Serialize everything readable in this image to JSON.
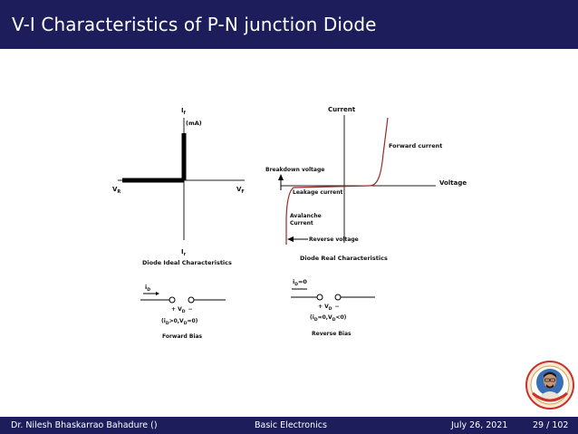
{
  "slide": {
    "title": "V-I Characteristics of P-N junction Diode"
  },
  "ideal": {
    "y_top_label": "I",
    "y_top_sub": "f",
    "unit": "(mA)",
    "x_left_label": "V",
    "x_left_sub": "R",
    "x_right_label": "V",
    "x_right_sub": "F",
    "y_bottom_label": "I",
    "y_bottom_sub": "r",
    "caption": "Diode Ideal Characteristics"
  },
  "real": {
    "y_label": "Current",
    "x_label": "Voltage",
    "forward": "Forward current",
    "breakdown": "Breakdown voltage",
    "leakage": "Leakage current",
    "avalanche1": "Avalanche",
    "avalanche2": "Current",
    "reverse": "Reverse voltage",
    "caption": "Diode Real Characteristics"
  },
  "forward_bias": {
    "i_label": "i",
    "i_sub": "D",
    "v_plus": "+ V",
    "v_sub": "D",
    "v_minus": "−",
    "cond_a": "(i",
    "cond_sub1": "D",
    "cond_b": ">0,V",
    "cond_sub2": "D",
    "cond_c": "=0)",
    "caption": "Forward Bias"
  },
  "reverse_bias": {
    "i_label": "i",
    "i_sub": "D",
    "i_value": "=0",
    "v_plus": "+ V",
    "v_sub": "D",
    "v_minus": "−",
    "cond_a": "(i",
    "cond_sub1": "D",
    "cond_b": "=0,V",
    "cond_sub2": "D",
    "cond_c": "<0)",
    "caption": "Reverse Bias"
  },
  "footer": {
    "author": "Dr. Nilesh Bhaskarrao Bahadure  ()",
    "course": "Basic Electronics",
    "date": "July 26, 2021",
    "page": "29 / 102"
  },
  "colors": {
    "title_bar": "#1d1d5c",
    "real_curve": "#9b2a2a"
  }
}
